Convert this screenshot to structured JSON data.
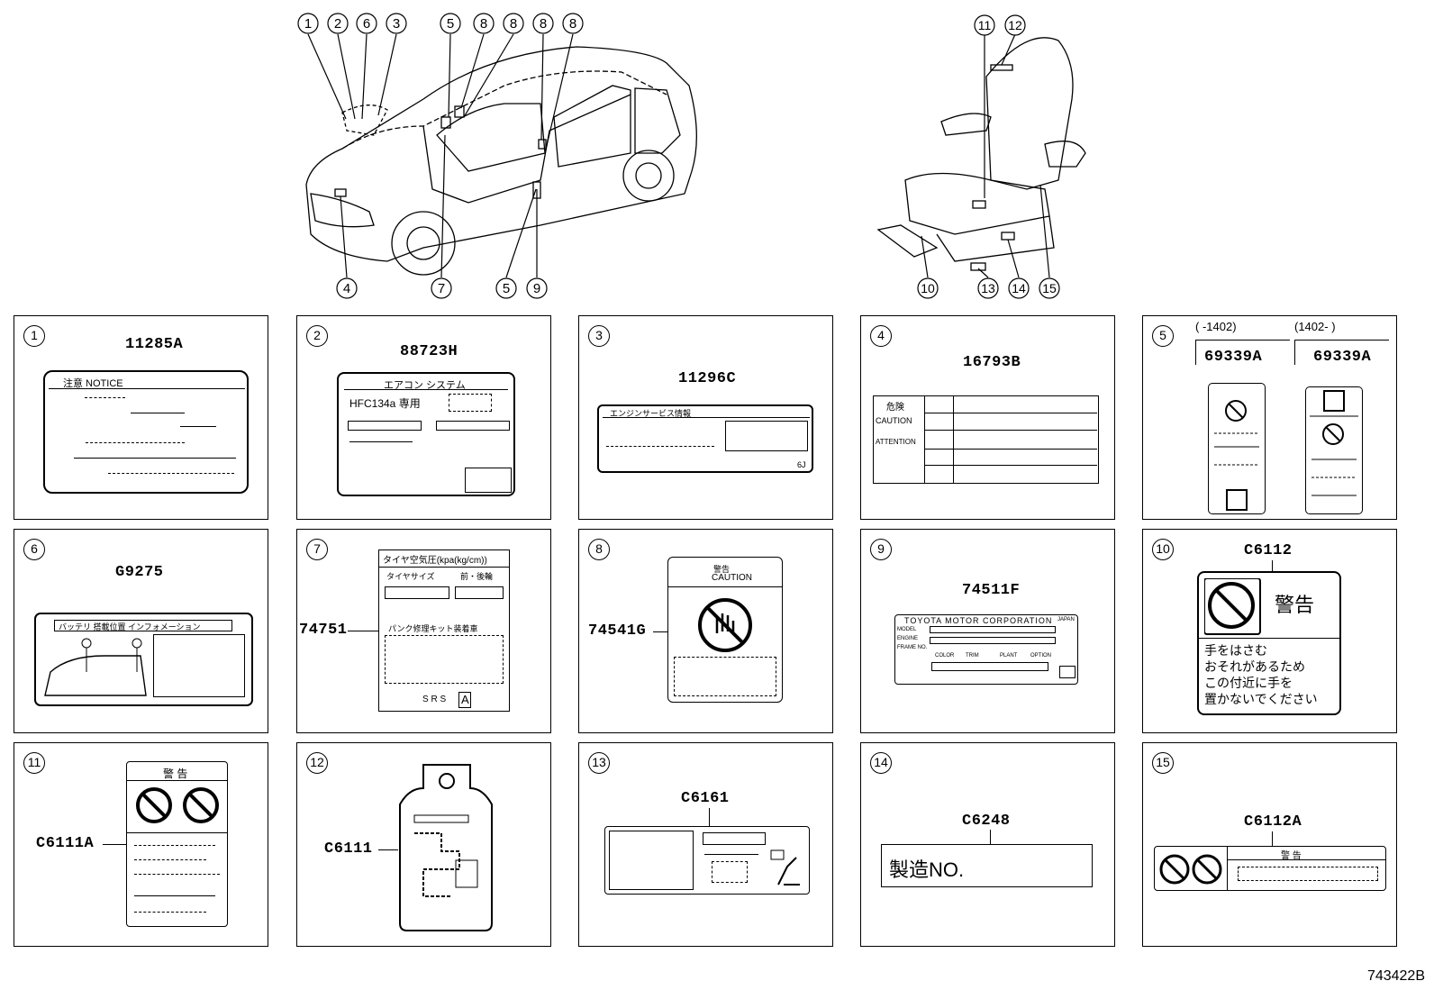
{
  "callouts_car": [
    "1",
    "2",
    "6",
    "3",
    "5",
    "8",
    "8",
    "8",
    "8",
    "4",
    "7",
    "5",
    "9"
  ],
  "callouts_seat": [
    "11",
    "12",
    "10",
    "13",
    "14",
    "15"
  ],
  "cells": [
    {
      "index": "1",
      "part": "11285A",
      "notice": "注意 NOTICE"
    },
    {
      "index": "2",
      "part": "88723H",
      "title": "エアコン システム",
      "refrigerant": "HFC134a 専用"
    },
    {
      "index": "3",
      "part": "11296C",
      "header": "エンジンサービス情報",
      "corner": "6J"
    },
    {
      "index": "4",
      "part": "16793B",
      "row1": "危険",
      "row2": "CAUTION",
      "row3": "ATTENTION"
    },
    {
      "index": "5",
      "range_a": "( -1402)",
      "range_b": "(1402- )",
      "part_a": "69339A",
      "part_b": "69339A"
    },
    {
      "index": "6",
      "part": "G9275",
      "title": "バッテリ 搭載位置 インフォメーション"
    },
    {
      "index": "7",
      "part": "74751",
      "title": "タイヤ空気圧(kpa(kg/cm))",
      "col1": "タイヤサイズ",
      "col2": "前・後輪",
      "kit": "パンク修理キット装着車",
      "srs": "S R S",
      "srs_box": "A"
    },
    {
      "index": "8",
      "part": "74541G",
      "warn1": "警告",
      "warn2": "CAUTION"
    },
    {
      "index": "9",
      "part": "74511F",
      "maker": "TOYOTA MOTOR CORPORATION",
      "country": "JAPAN",
      "row1": "MODEL",
      "row2": "ENGINE",
      "row3": "FRAME NO.",
      "c1": "COLOR",
      "c2": "TRIM",
      "c3": "PLANT",
      "c4": "OPTION"
    },
    {
      "index": "10",
      "part": "C6112",
      "warn": "警告",
      "line1": "手をはさむ",
      "line2": "おそれがあるため",
      "line3": "この付近に手を",
      "line4": "置かないでください"
    },
    {
      "index": "11",
      "part": "C6111A",
      "warn": "警 告"
    },
    {
      "index": "12",
      "part": "C6111"
    },
    {
      "index": "13",
      "part": "C6161"
    },
    {
      "index": "14",
      "part": "C6248",
      "plate": "製造NO."
    },
    {
      "index": "15",
      "part": "C6112A",
      "warn": "警 告"
    }
  ],
  "figure_number": "743422B"
}
